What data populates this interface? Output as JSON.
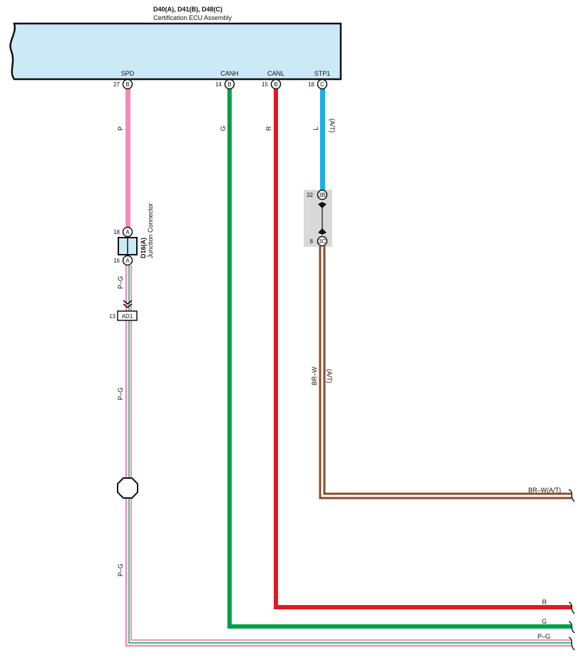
{
  "component": {
    "title": "D40(A), D41(B), D48(C)",
    "subtitle": "Certification ECU Assembly",
    "fill_color": "#cce9f8"
  },
  "terminals": {
    "spd": {
      "name": "SPD",
      "pin": "27",
      "connector": "B"
    },
    "canh": {
      "name": "CANH",
      "pin": "14",
      "connector": "B"
    },
    "canl": {
      "name": "CANL",
      "pin": "15",
      "connector": "B"
    },
    "stp1": {
      "name": "STP1",
      "pin": "18",
      "connector": "C"
    }
  },
  "wire_labels": {
    "spd": "P",
    "canh": "G",
    "canl": "R",
    "stp1": "L",
    "stp1_note": "(A/T)",
    "spd_after_junction": "P–G",
    "spd_middle": "P–G",
    "spd_lower": "P–G",
    "brw": "BR–W",
    "brw_note": "(A/T)"
  },
  "junction": {
    "code": "D16(A)",
    "name": "Junction Connector",
    "pin_top": "18",
    "pin_bottom": "16",
    "connector_letter": "A"
  },
  "inline_connector": {
    "pin": "13",
    "code": "AD1"
  },
  "relay_connector": {
    "top_pin": "32",
    "top_code": "3B",
    "bottom_pin": "8",
    "bottom_code": "3C"
  },
  "outputs": {
    "brw": "BR–W(A/T)",
    "r": "R",
    "g": "G",
    "pg": "P–G"
  },
  "colors": {
    "pink": "#f08cbc",
    "green": "#00a04b",
    "red": "#e3191f",
    "blue": "#1aaee8",
    "brown": "#8b4a2b",
    "gray_box": "#d9d9d9"
  }
}
